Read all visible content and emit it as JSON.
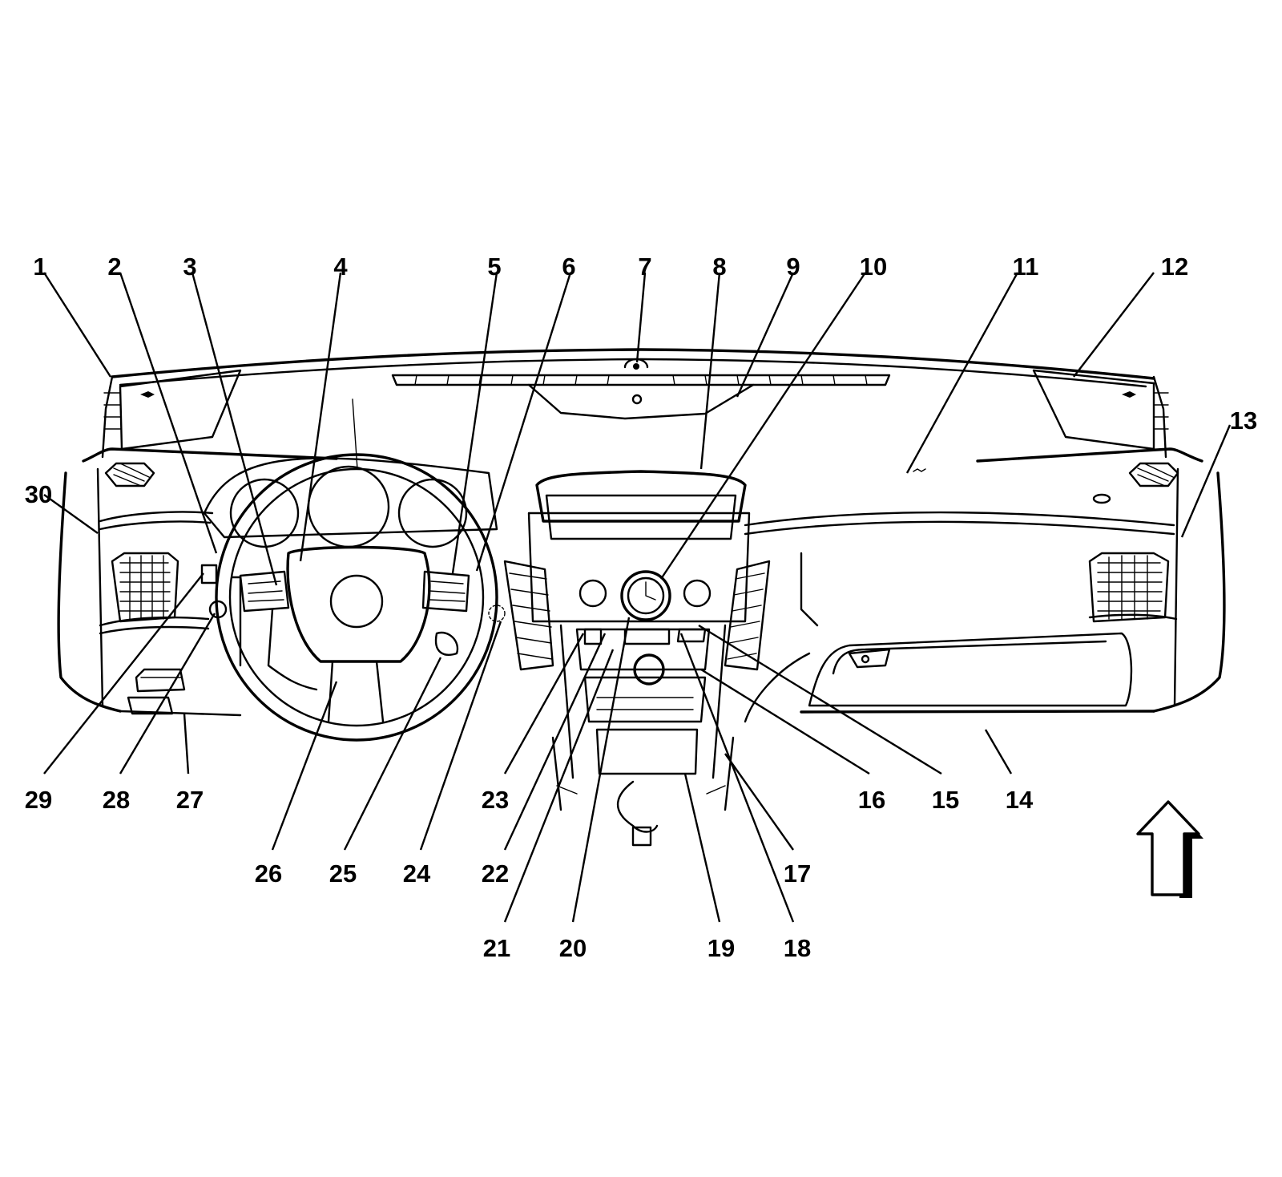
{
  "callouts": [
    {
      "id": 1,
      "label": "1"
    },
    {
      "id": 2,
      "label": "2"
    },
    {
      "id": 3,
      "label": "3"
    },
    {
      "id": 4,
      "label": "4"
    },
    {
      "id": 5,
      "label": "5"
    },
    {
      "id": 6,
      "label": "6"
    },
    {
      "id": 7,
      "label": "7"
    },
    {
      "id": 8,
      "label": "8"
    },
    {
      "id": 9,
      "label": "9"
    },
    {
      "id": 10,
      "label": "10"
    },
    {
      "id": 11,
      "label": "11"
    },
    {
      "id": 12,
      "label": "12"
    },
    {
      "id": 13,
      "label": "13"
    },
    {
      "id": 14,
      "label": "14"
    },
    {
      "id": 15,
      "label": "15"
    },
    {
      "id": 16,
      "label": "16"
    },
    {
      "id": 17,
      "label": "17"
    },
    {
      "id": 18,
      "label": "18"
    },
    {
      "id": 19,
      "label": "19"
    },
    {
      "id": 20,
      "label": "20"
    },
    {
      "id": 21,
      "label": "21"
    },
    {
      "id": 22,
      "label": "22"
    },
    {
      "id": 23,
      "label": "23"
    },
    {
      "id": 24,
      "label": "24"
    },
    {
      "id": 25,
      "label": "25"
    },
    {
      "id": 26,
      "label": "26"
    },
    {
      "id": 27,
      "label": "27"
    },
    {
      "id": 28,
      "label": "28"
    },
    {
      "id": 29,
      "label": "29"
    },
    {
      "id": 30,
      "label": "30"
    }
  ],
  "orientation_arrow": {
    "icon": "up-arrow-icon",
    "meaning": "forward"
  }
}
